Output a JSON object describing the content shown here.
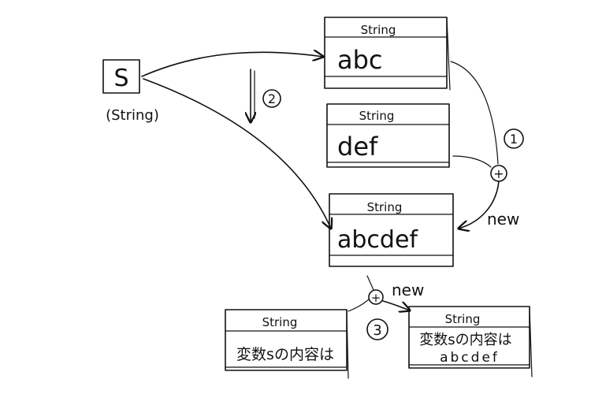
{
  "variable": {
    "name": "S",
    "type_label": "(String)"
  },
  "objects": [
    {
      "type": "String",
      "value": "abc"
    },
    {
      "type": "String",
      "value": "def"
    },
    {
      "type": "String",
      "value": "abcdef"
    }
  ],
  "bottom_objects": [
    {
      "type": "String",
      "line1": "変数sの内容は",
      "line2": ""
    },
    {
      "type": "String",
      "line1": "変数sの内容は",
      "line2": "abcdef"
    }
  ],
  "operators": {
    "plus": "+",
    "new": "new"
  },
  "steps": {
    "one": "1",
    "two": "2",
    "three": "3"
  }
}
